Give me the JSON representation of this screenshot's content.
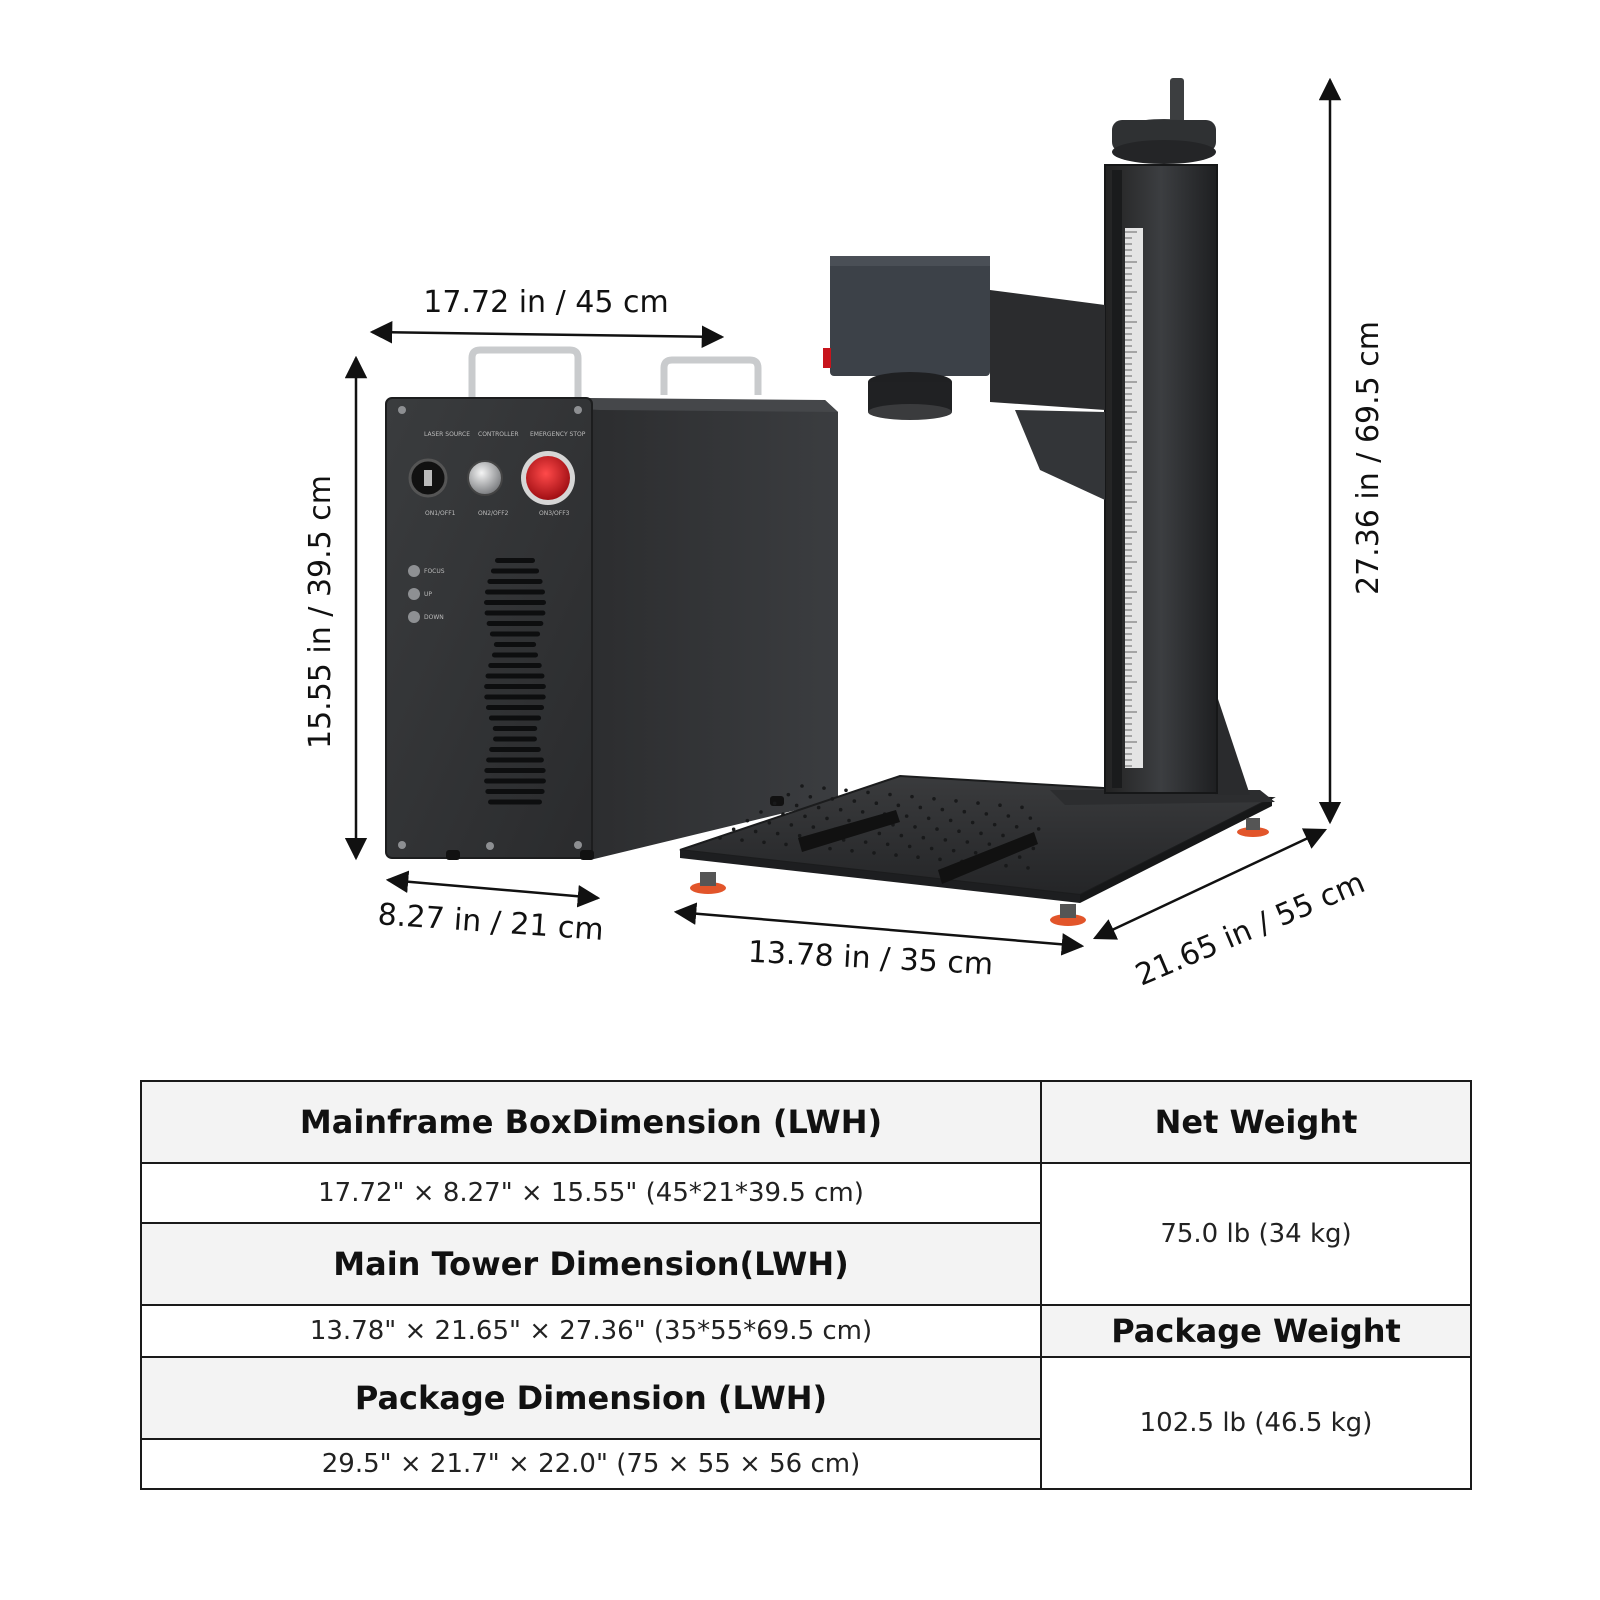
{
  "dimensions": {
    "box_width": "17.72 in / 45 cm",
    "box_height": "15.55 in / 39.5 cm",
    "box_depth": "8.27 in / 21 cm",
    "tower_width": "13.78 in / 35 cm",
    "tower_depth": "21.65 in / 55 cm",
    "tower_height": "27.36 in / 69.5 cm"
  },
  "panel": {
    "laser_source": "LASER SOURCE",
    "controller": "CONTROLLER",
    "emergency_stop": "EMERGENCY STOP",
    "switch1": "ON1/OFF1",
    "switch2": "ON2/OFF2",
    "switch3": "ON3/OFF3",
    "focus": "FOCUS",
    "up": "UP",
    "down": "DOWN"
  },
  "table": {
    "mainframe_header": "Mainframe BoxDimension (LWH)",
    "mainframe_value": "17.72\" × 8.27\" × 15.55\"  (45*21*39.5 cm)",
    "tower_header": "Main Tower Dimension(LWH)",
    "tower_value": "13.78\" × 21.65\" × 27.36\"  (35*55*69.5 cm)",
    "package_header": "Package Dimension (LWH)",
    "package_value": "29.5\" × 21.7\" × 22.0\"  (75 × 55 × 56 cm)",
    "net_weight_header": "Net Weight",
    "net_weight_value": "75.0 lb (34 kg)",
    "package_weight_header": "Package Weight",
    "package_weight_value": "102.5 lb (46.5 kg)"
  },
  "colors": {
    "machine_dark": "#2f3133",
    "emergency_red": "#c8141c",
    "header_bg": "#f3f3f3",
    "foot_orange": "#e2552a"
  }
}
